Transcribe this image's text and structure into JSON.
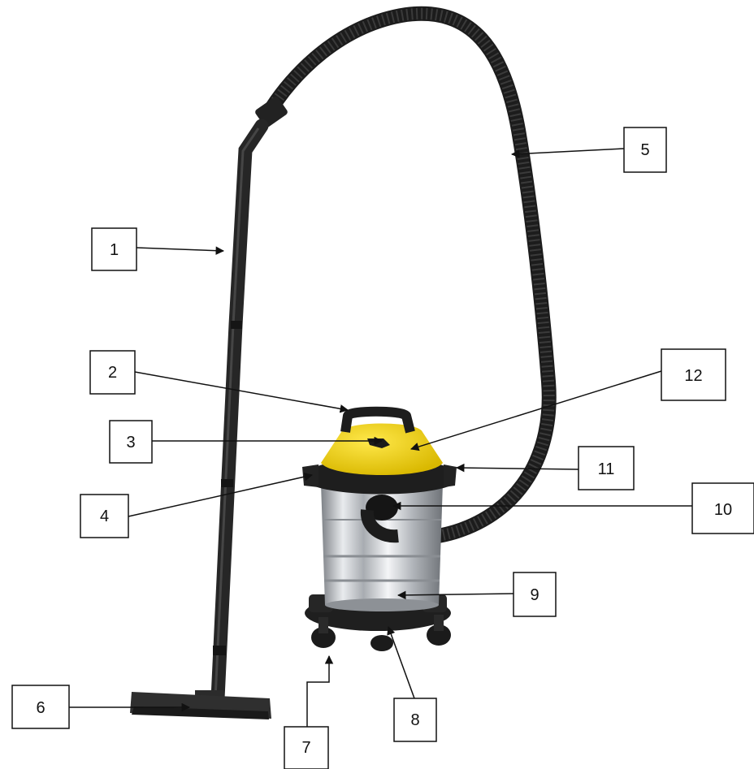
{
  "diagram": {
    "subject": "wet-dry-vacuum-cleaner",
    "callouts": [
      {
        "id": "c1",
        "label": "1"
      },
      {
        "id": "c2",
        "label": "2"
      },
      {
        "id": "c3",
        "label": "3"
      },
      {
        "id": "c4",
        "label": "4"
      },
      {
        "id": "c5",
        "label": "5"
      },
      {
        "id": "c6",
        "label": "6"
      },
      {
        "id": "c7",
        "label": "7"
      },
      {
        "id": "c8",
        "label": "8"
      },
      {
        "id": "c9",
        "label": "9"
      },
      {
        "id": "c10",
        "label": "10"
      },
      {
        "id": "c11",
        "label": "11"
      },
      {
        "id": "c12",
        "label": "12"
      }
    ],
    "colors": {
      "hose": "#1c1c1c",
      "head": "#f4d20a",
      "tank": "#c9ccd0",
      "label_border": "#111111",
      "arrow": "#111111"
    }
  }
}
